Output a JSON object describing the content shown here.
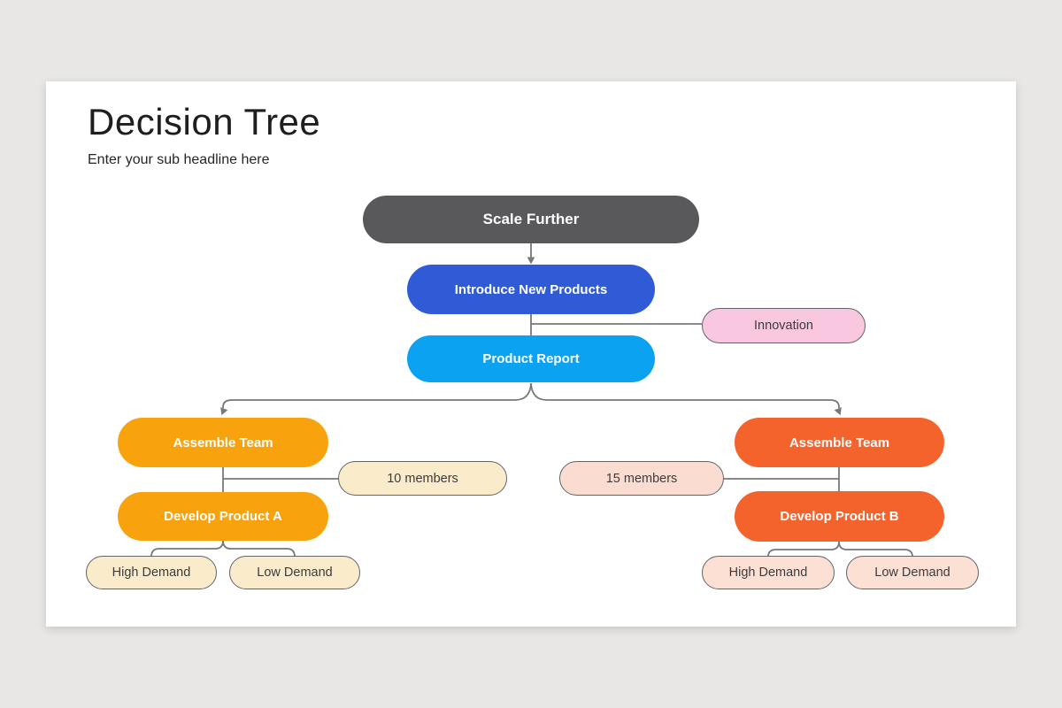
{
  "page": {
    "background_color": "#E8E7E5",
    "slide_color": "#FFFFFF",
    "connector_color": "#77787A"
  },
  "header": {
    "title": "Decision Tree",
    "subtitle": "Enter your sub headline here"
  },
  "tree": {
    "root": {
      "label": "Scale Further",
      "color": "#59595B",
      "text_color": "#FFFFFF"
    },
    "introduce": {
      "label": "Introduce New Products",
      "color": "#2F5BD6",
      "text_color": "#FFFFFF"
    },
    "innovation_note": {
      "label": "Innovation",
      "color": "#F9C8E0",
      "border_color": "#636468"
    },
    "report": {
      "label": "Product Report",
      "color": "#0BA3F1",
      "text_color": "#FFFFFF"
    },
    "left_branch": {
      "assemble": {
        "label": "Assemble Team",
        "color": "#F8A20E"
      },
      "members_note": {
        "label": "10 members",
        "color": "#FAEBCB"
      },
      "develop": {
        "label": "Develop Product A",
        "color": "#F8A20E"
      },
      "outcomes": [
        {
          "label": "High Demand",
          "color": "#FAEBCB"
        },
        {
          "label": "Low Demand",
          "color": "#FAEBCB"
        }
      ]
    },
    "right_branch": {
      "assemble": {
        "label": "Assemble Team",
        "color": "#F5632D"
      },
      "members_note": {
        "label": "15 members",
        "color": "#FBDCD0"
      },
      "develop": {
        "label": "Develop Product B",
        "color": "#F5632D"
      },
      "outcomes": [
        {
          "label": "High Demand",
          "color": "#FCE0D4"
        },
        {
          "label": "Low Demand",
          "color": "#FCE0D4"
        }
      ]
    }
  }
}
